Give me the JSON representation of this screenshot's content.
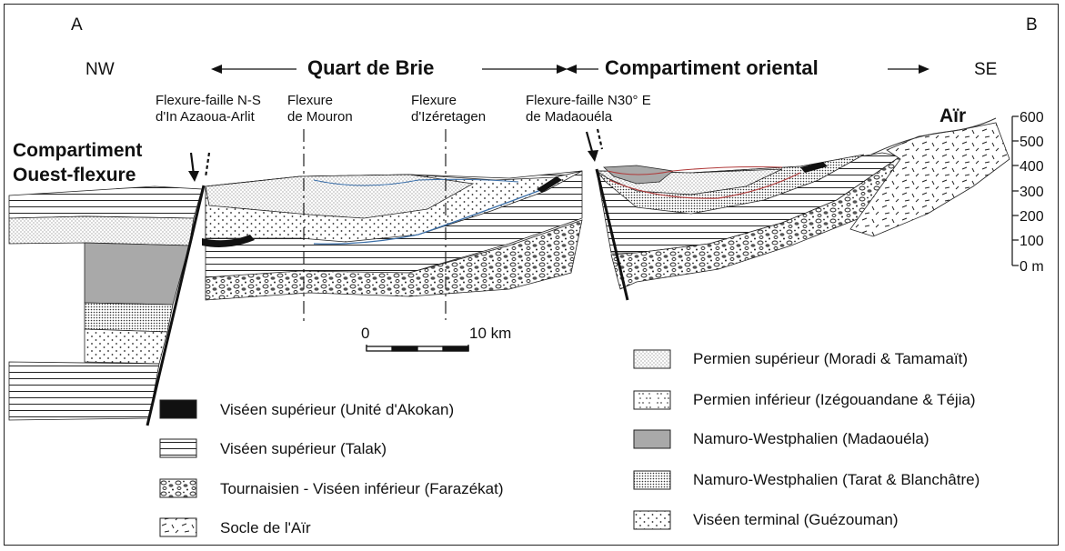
{
  "corners": {
    "left": "A",
    "right": "B"
  },
  "directions": {
    "nw": "NW",
    "se": "SE"
  },
  "domains": {
    "quart": "Quart de Brie",
    "oriental": "Compartiment oriental"
  },
  "faults": {
    "west": [
      "Flexure-faille N-S",
      "d'In Azaoua-Arlit"
    ],
    "east": [
      "Flexure-faille N30° E",
      "de Madaouéla"
    ]
  },
  "flexures": {
    "mouron": [
      "Flexure",
      "de Mouron"
    ],
    "izeretagen": [
      "Flexure",
      "d'Izéretagen"
    ]
  },
  "compartiment_ouest": [
    "Compartiment",
    "Ouest-flexure"
  ],
  "air": "Aïr",
  "elevation": {
    "ticks": [
      "600",
      "500",
      "400",
      "300",
      "200",
      "100",
      "0 m"
    ]
  },
  "scale": {
    "start": "0",
    "end": "10 km"
  },
  "legend_left": [
    {
      "label": "Viséen supérieur (Unité d'Akokan)",
      "pattern": "solid-black"
    },
    {
      "label": "Viséen supérieur (Talak)",
      "pattern": "horizontal-lines"
    },
    {
      "label": "Tournaisien - Viséen inférieur (Farazékat)",
      "pattern": "pebbles"
    },
    {
      "label": "Socle de l'Aïr",
      "pattern": "dashes"
    }
  ],
  "legend_right": [
    {
      "label": "Permien supérieur (Moradi & Tamamaït)",
      "pattern": "fine-dots"
    },
    {
      "label": "Permien inférieur (Izégouandane & Téjia)",
      "pattern": "dash-dots"
    },
    {
      "label": "Namuro-Westphalien (Madaouéla)",
      "pattern": "solid-grey"
    },
    {
      "label": "Namuro-Westphalien (Tarat & Blanchâtre)",
      "pattern": "dense-dots"
    },
    {
      "label": "Viséen terminal (Guézouman)",
      "pattern": "sparse-dots"
    }
  ],
  "colors": {
    "grey_unit": "#a9a9a9",
    "blue_line": "#3b6fa8",
    "red_line": "#b03a3a"
  }
}
